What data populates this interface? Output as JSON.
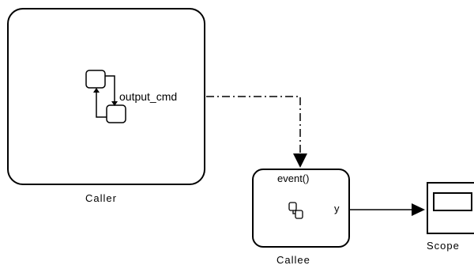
{
  "blocks": {
    "caller": {
      "label": "Caller",
      "output_port": "output_cmd"
    },
    "callee": {
      "label": "Callee",
      "trigger": "event()",
      "output_port": "y"
    },
    "scope": {
      "label": "Scope"
    }
  }
}
